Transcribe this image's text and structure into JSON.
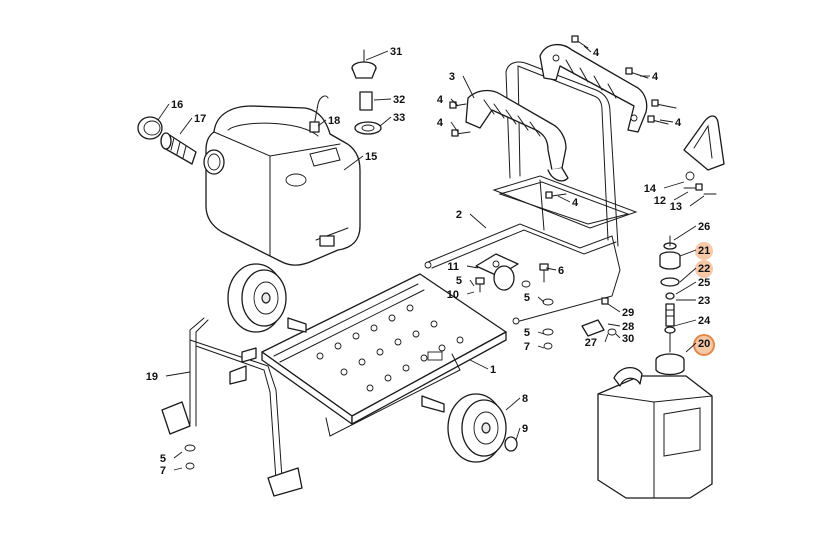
{
  "callouts": [
    {
      "id": "c1",
      "text": "1"
    },
    {
      "id": "c2",
      "text": "2"
    },
    {
      "id": "c3",
      "text": "3"
    },
    {
      "id": "c4a",
      "text": "4"
    },
    {
      "id": "c4b",
      "text": "4"
    },
    {
      "id": "c4c",
      "text": "4"
    },
    {
      "id": "c4d",
      "text": "4"
    },
    {
      "id": "c4e",
      "text": "4"
    },
    {
      "id": "c4f",
      "text": "4"
    },
    {
      "id": "c4g",
      "text": "4"
    },
    {
      "id": "c5a",
      "text": "5"
    },
    {
      "id": "c5b",
      "text": "5"
    },
    {
      "id": "c5c",
      "text": "5"
    },
    {
      "id": "c5d",
      "text": "5"
    },
    {
      "id": "c6",
      "text": "6"
    },
    {
      "id": "c7a",
      "text": "7"
    },
    {
      "id": "c7b",
      "text": "7"
    },
    {
      "id": "c8",
      "text": "8"
    },
    {
      "id": "c9",
      "text": "9"
    },
    {
      "id": "c10",
      "text": "10"
    },
    {
      "id": "c11",
      "text": "11"
    },
    {
      "id": "c12",
      "text": "12"
    },
    {
      "id": "c13",
      "text": "13"
    },
    {
      "id": "c14",
      "text": "14"
    },
    {
      "id": "c15",
      "text": "15"
    },
    {
      "id": "c16",
      "text": "16"
    },
    {
      "id": "c17",
      "text": "17"
    },
    {
      "id": "c18",
      "text": "18"
    },
    {
      "id": "c19",
      "text": "19"
    },
    {
      "id": "c20",
      "text": "20"
    },
    {
      "id": "c21",
      "text": "21"
    },
    {
      "id": "c22",
      "text": "22"
    },
    {
      "id": "c23",
      "text": "23"
    },
    {
      "id": "c24",
      "text": "24"
    },
    {
      "id": "c25",
      "text": "25"
    },
    {
      "id": "c26",
      "text": "26"
    },
    {
      "id": "c27",
      "text": "27"
    },
    {
      "id": "c28",
      "text": "28"
    },
    {
      "id": "c29",
      "text": "29"
    },
    {
      "id": "c30",
      "text": "30"
    },
    {
      "id": "c31",
      "text": "31"
    },
    {
      "id": "c32",
      "text": "32"
    },
    {
      "id": "c33",
      "text": "33"
    }
  ],
  "highlight_colors": {
    "light": "#f7c9a9",
    "strong": "#e0894b"
  },
  "highlighted_parts": [
    {
      "callout": "20",
      "style": "strong"
    },
    {
      "callout": "21",
      "style": "light"
    },
    {
      "callout": "22",
      "style": "light"
    }
  ]
}
